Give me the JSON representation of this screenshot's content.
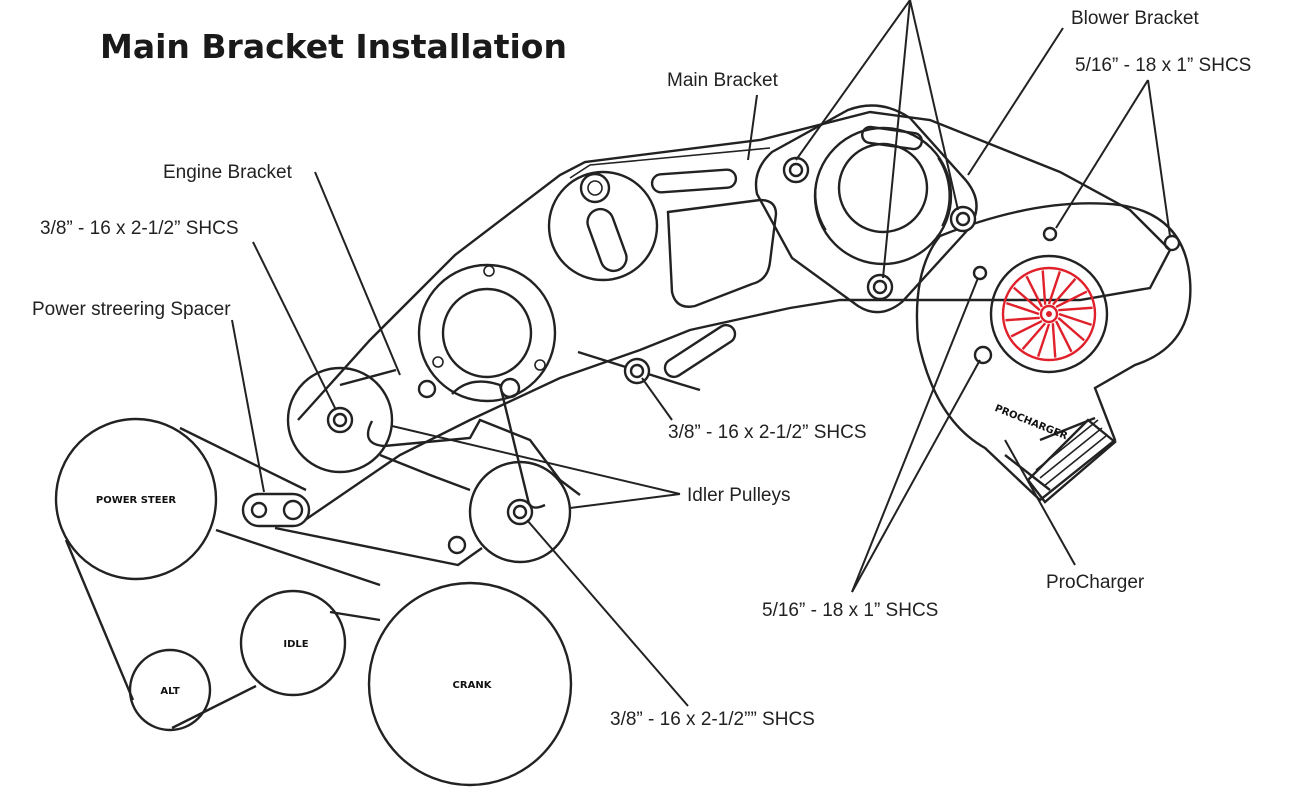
{
  "title": "Main Bracket Installation",
  "labels": {
    "main_bracket": "Main Bracket",
    "blower_bracket": "Blower Bracket",
    "engine_bracket": "Engine Bracket",
    "shcs_top_left": "3/8” - 16 x 2-1/2” SHCS",
    "power_steering_spacer": "Power streering Spacer",
    "shcs_top_right": "5/16” - 18 x 1” SHCS",
    "shcs_middle": "3/8” - 16 x 2-1/2” SHCS",
    "idler_pulleys": "Idler Pulleys",
    "procharger": "ProCharger",
    "shcs_bottom_right": "5/16” - 18 x 1” SHCS",
    "shcs_bottom": "3/8” - 16 x 2-1/2”” SHCS"
  },
  "pulleys": {
    "power_steer": "POWER STEER",
    "idle": "IDLE",
    "alt": "ALT",
    "crank": "CRANK"
  },
  "procharger_text": "PROCHARGER",
  "colors": {
    "impeller": "#e0202a"
  }
}
